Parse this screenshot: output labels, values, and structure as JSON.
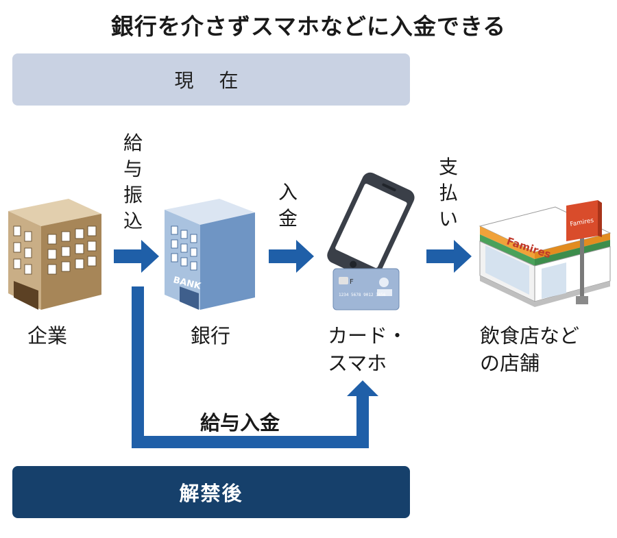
{
  "title": "銀行を介さずスマホなどに入金できる",
  "band_current": "現 在",
  "band_after": "解禁後",
  "flow_labels": {
    "salary_transfer": "給与振込",
    "deposit": "入金",
    "payment": "支払い",
    "direct_salary_deposit": "給与入金"
  },
  "nodes": {
    "company": "企業",
    "bank": "銀行",
    "card_phone_line1": "カード・",
    "card_phone_line2": "スマホ",
    "shop_line1": "飲食店など",
    "shop_line2": "の店舗"
  },
  "illustration_text": {
    "bank_sign": "BANK",
    "shop_sign": "Famires",
    "card_number": "1234 5678 9012 3456"
  },
  "colors": {
    "arrow": "#1f5fa8",
    "band_current": "#c9d2e3",
    "band_after": "#16406b"
  }
}
